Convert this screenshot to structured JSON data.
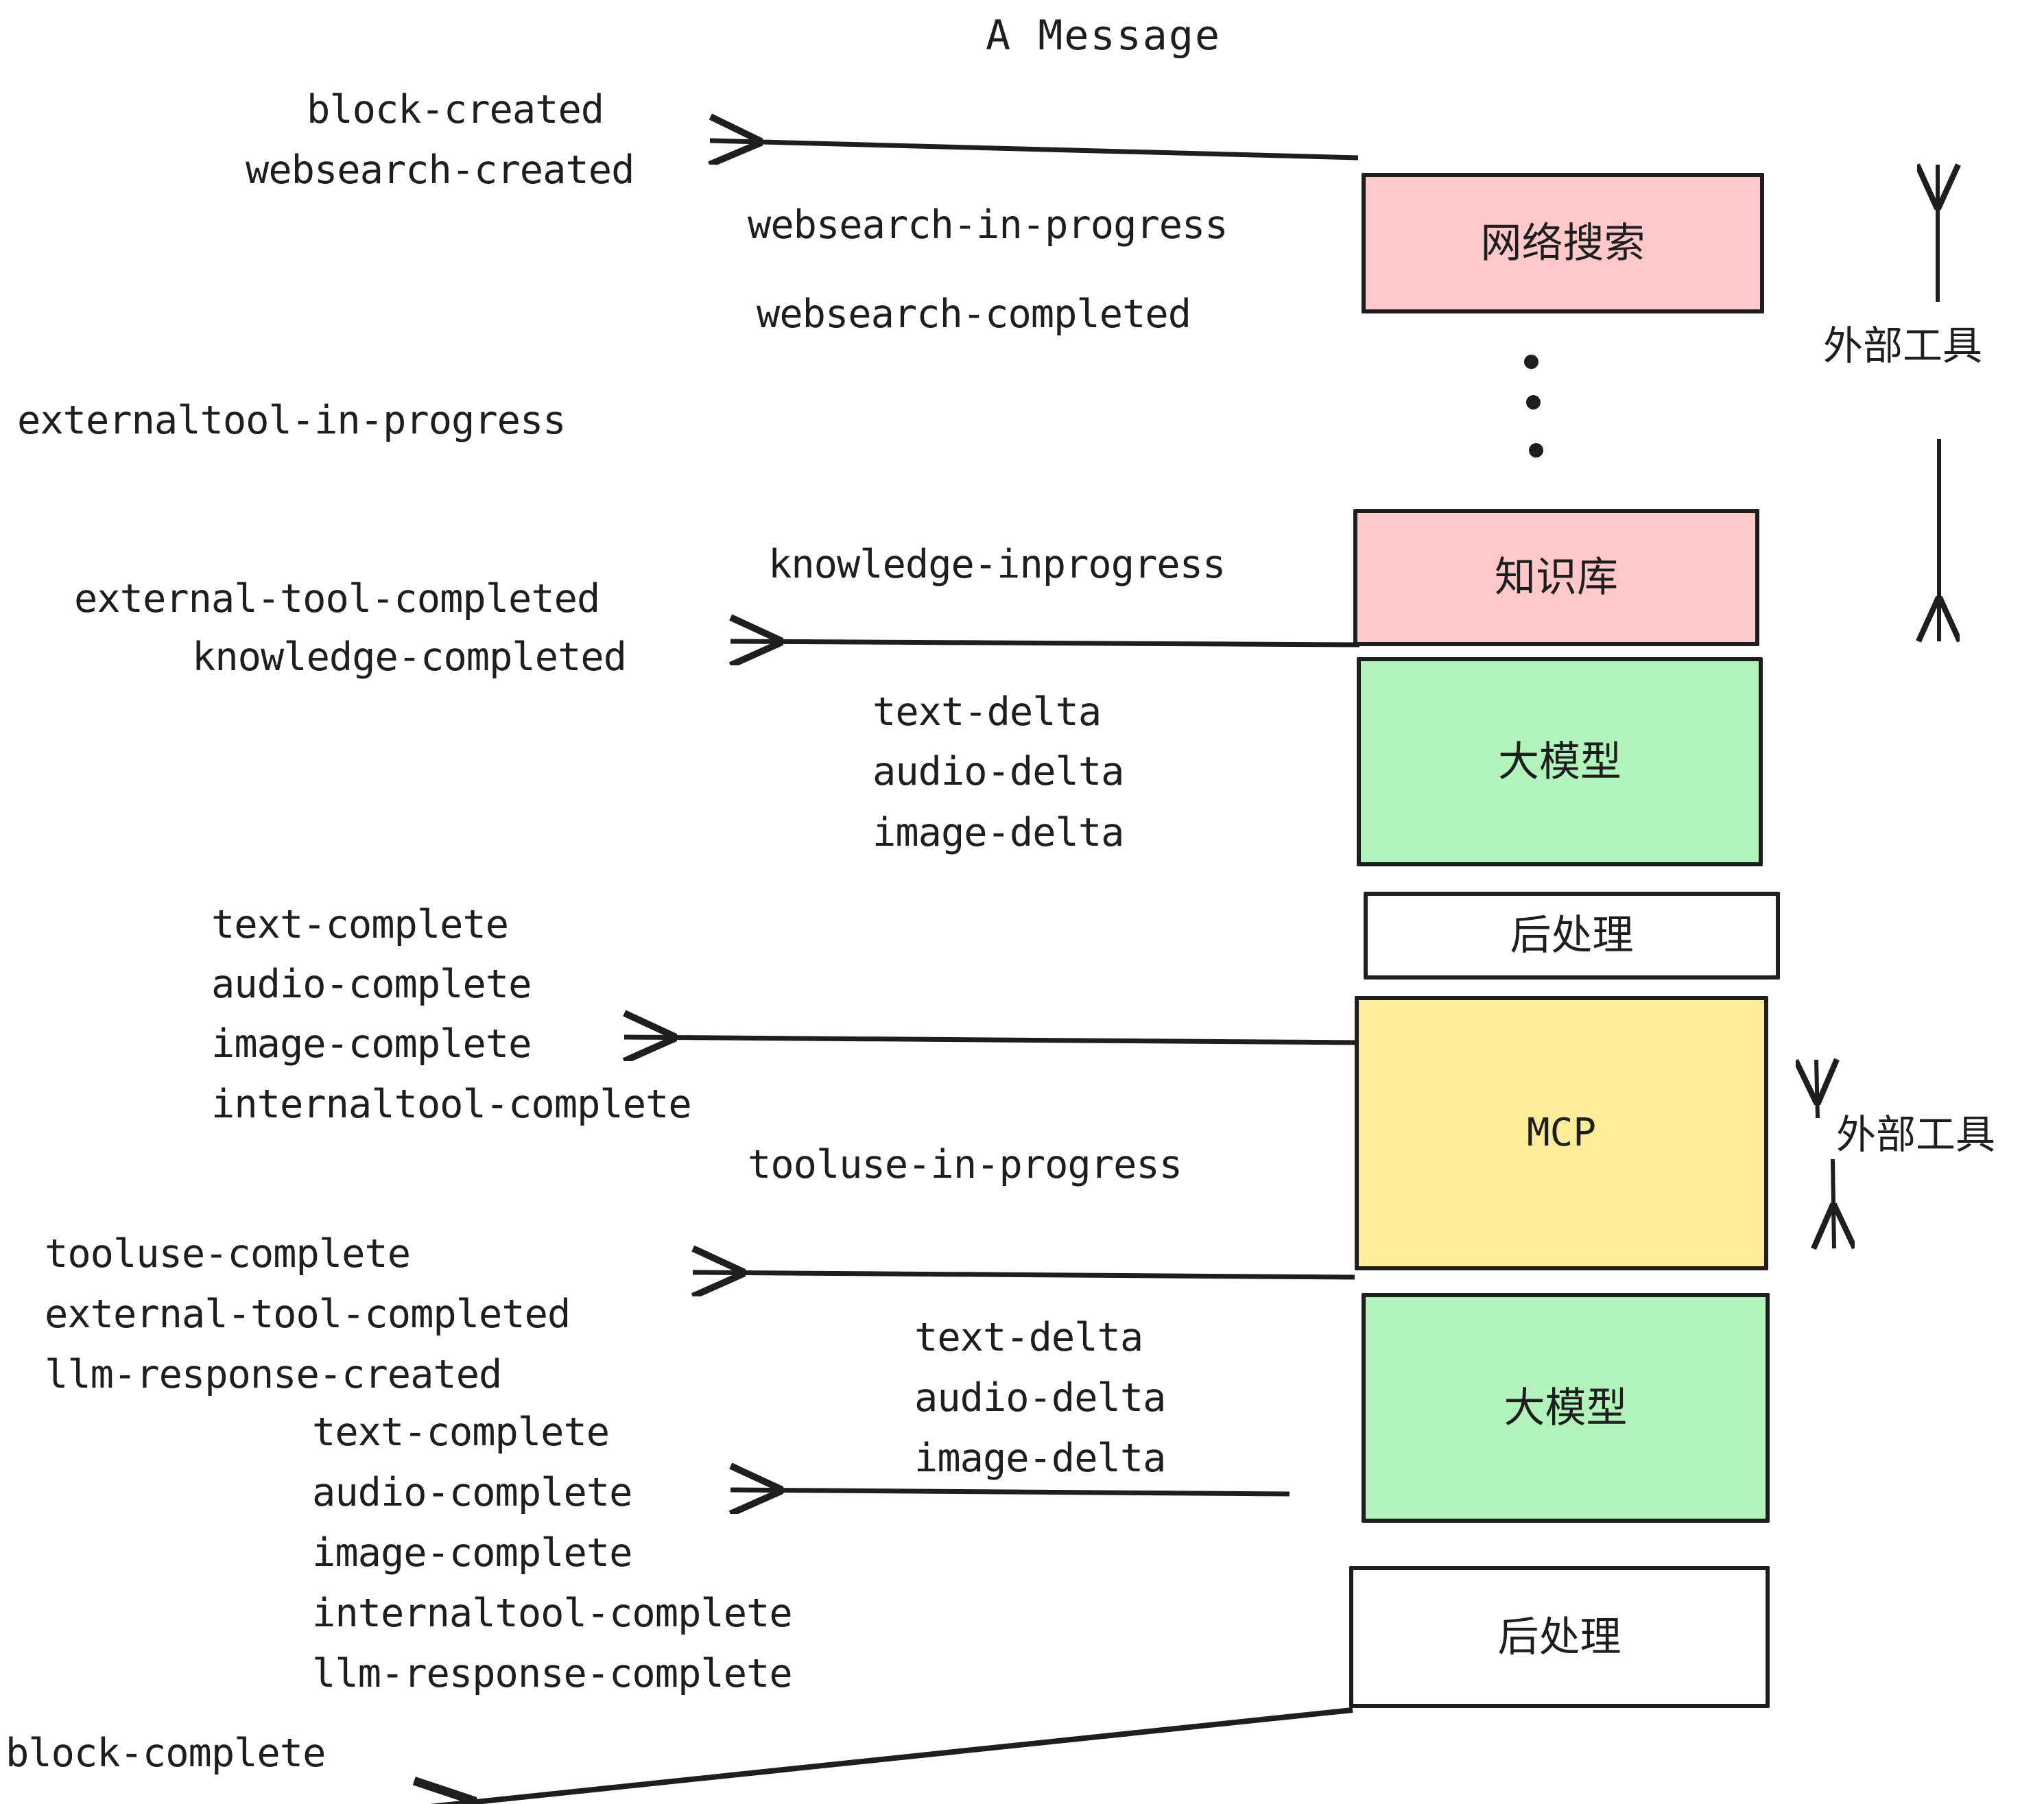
{
  "title": "A Message",
  "colors": {
    "stroke": "#1e1e1e",
    "pink": "#ffc9c9",
    "green": "#b2f2bb",
    "yellow": "#ffec99",
    "white": "#ffffff"
  },
  "nodes": [
    {
      "id": "websearch",
      "label": "网络搜索",
      "fill": "#ffc9c9"
    },
    {
      "id": "knowledge",
      "label": "知识库",
      "fill": "#ffc9c9"
    },
    {
      "id": "llm1",
      "label": "大模型",
      "fill": "#b2f2bb"
    },
    {
      "id": "post1",
      "label": "后处理",
      "fill": "#ffffff"
    },
    {
      "id": "mcp",
      "label": "MCP",
      "fill": "#ffec99"
    },
    {
      "id": "llm2",
      "label": "大模型",
      "fill": "#b2f2bb"
    },
    {
      "id": "post2",
      "label": "后处理",
      "fill": "#ffffff"
    }
  ],
  "side_labels": [
    {
      "id": "external-tools-top",
      "label": "外部工具"
    },
    {
      "id": "external-tools-bottom",
      "label": "外部工具"
    }
  ],
  "events": {
    "block_created": "block-created",
    "websearch_created": "websearch-created",
    "websearch_in_progress": "websearch-in-progress",
    "websearch_completed": "websearch-completed",
    "externaltool_in_progress": "externaltool-in-progress",
    "knowledge_inprogress": "knowledge-inprogress",
    "external_tool_completed_1": "external-tool-completed",
    "knowledge_completed": "knowledge-completed",
    "text_delta_1": "text-delta",
    "audio_delta_1": "audio-delta",
    "image_delta_1": "image-delta",
    "text_complete_1": "text-complete",
    "audio_complete_1": "audio-complete",
    "image_complete_1": "image-complete",
    "internaltool_complete_1": "internaltool-complete",
    "tooluse_in_progress": "tooluse-in-progress",
    "tooluse_complete": "tooluse-complete",
    "external_tool_completed_2": "external-tool-completed",
    "llm_response_created": "llm-response-created",
    "text_delta_2": "text-delta",
    "audio_delta_2": "audio-delta",
    "image_delta_2": "image-delta",
    "text_complete_2": "text-complete",
    "audio_complete_2": "audio-complete",
    "image_complete_2": "image-complete",
    "internaltool_complete_2": "internaltool-complete",
    "llm_response_complete": "llm-response-complete",
    "block_complete": "block-complete"
  }
}
